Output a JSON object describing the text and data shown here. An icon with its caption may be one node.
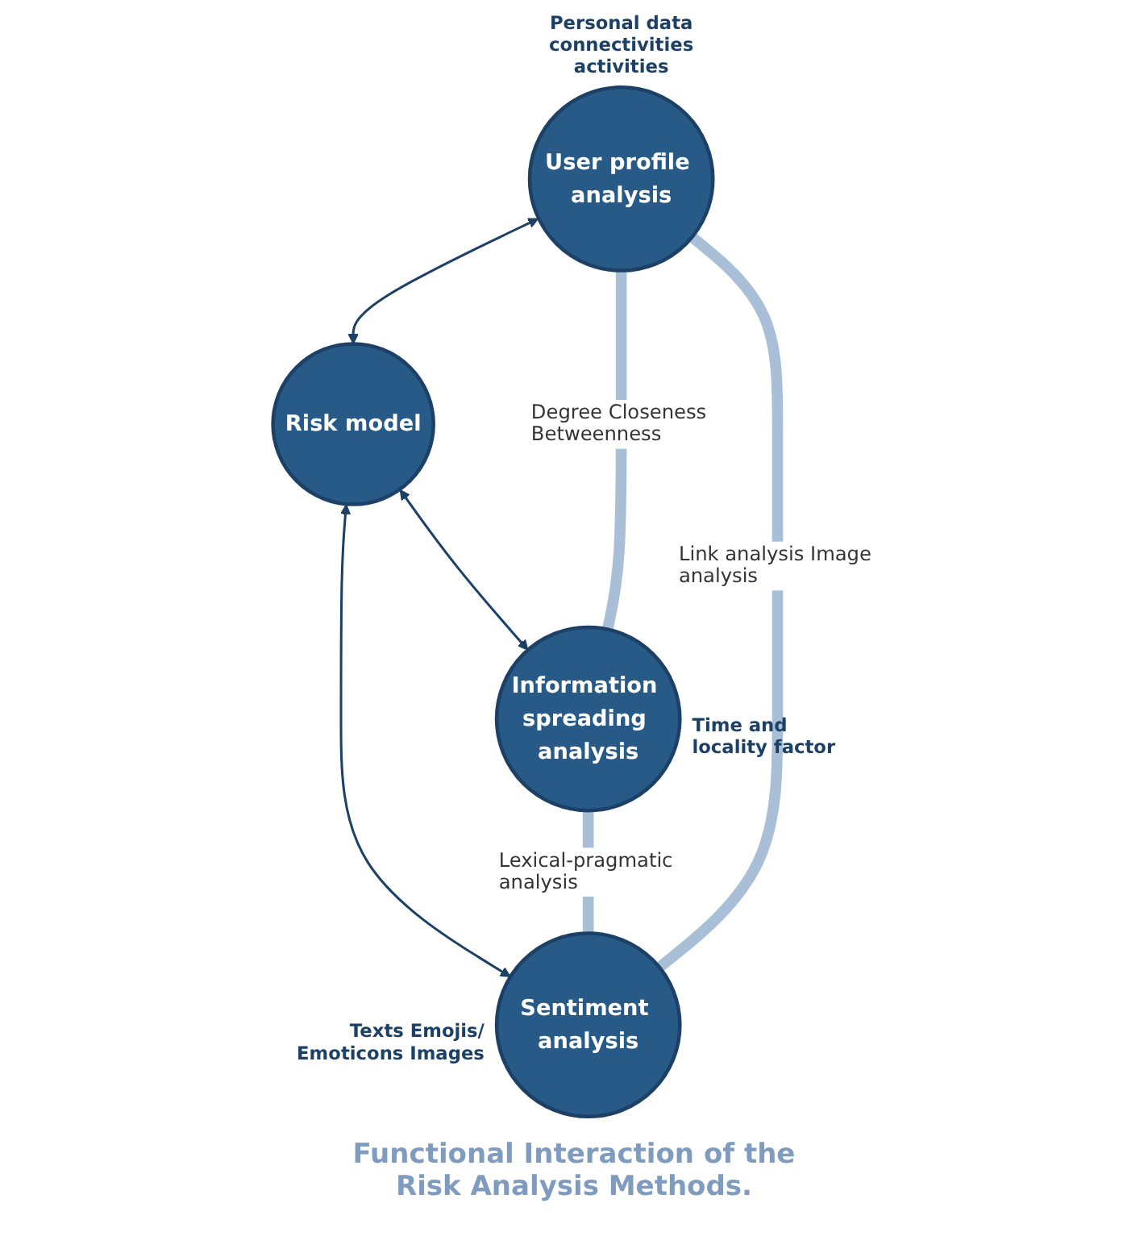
{
  "diagram": {
    "caption": "Functional Interaction of the Risk Analysis Methods.",
    "nodes": [
      {
        "text": [
          "User profile analysis"
        ],
        "beside": [
          "Personal data connectivities activities"
        ]
      },
      {
        "text": [
          "Risk model"
        ]
      },
      {
        "text": [
          "Sentiment analysis"
        ],
        "beside": [
          "Texts Emojis/ Emoticons Images"
        ]
      },
      {
        "text": [
          "Information spreading analysis"
        ],
        "beside": [
          "Time and locality factor"
        ]
      }
    ],
    "edges": [
      {
        "from": 0,
        "to": 1,
        "arrow": "both"
      },
      {
        "from": 1,
        "to": 2,
        "arrow": "both"
      },
      {
        "from": 1,
        "to": 3,
        "arrow": "both"
      },
      {
        "from": 0,
        "to": 3,
        "arrow": "none",
        "label": "Degree Closeness Betweenness",
        "style": "thick",
        "color": "#a9bfd8"
      },
      {
        "from": 3,
        "to": 2,
        "arrow": "none",
        "label": "Lexical-pragmatic analysis",
        "style": "thick",
        "color": "#a9bfd8"
      },
      {
        "from": 2,
        "to": 0,
        "arrow": "none",
        "label": "Link analysis Image analysis",
        "style": "thick",
        "color": "#a9bfd8"
      }
    ]
  }
}
